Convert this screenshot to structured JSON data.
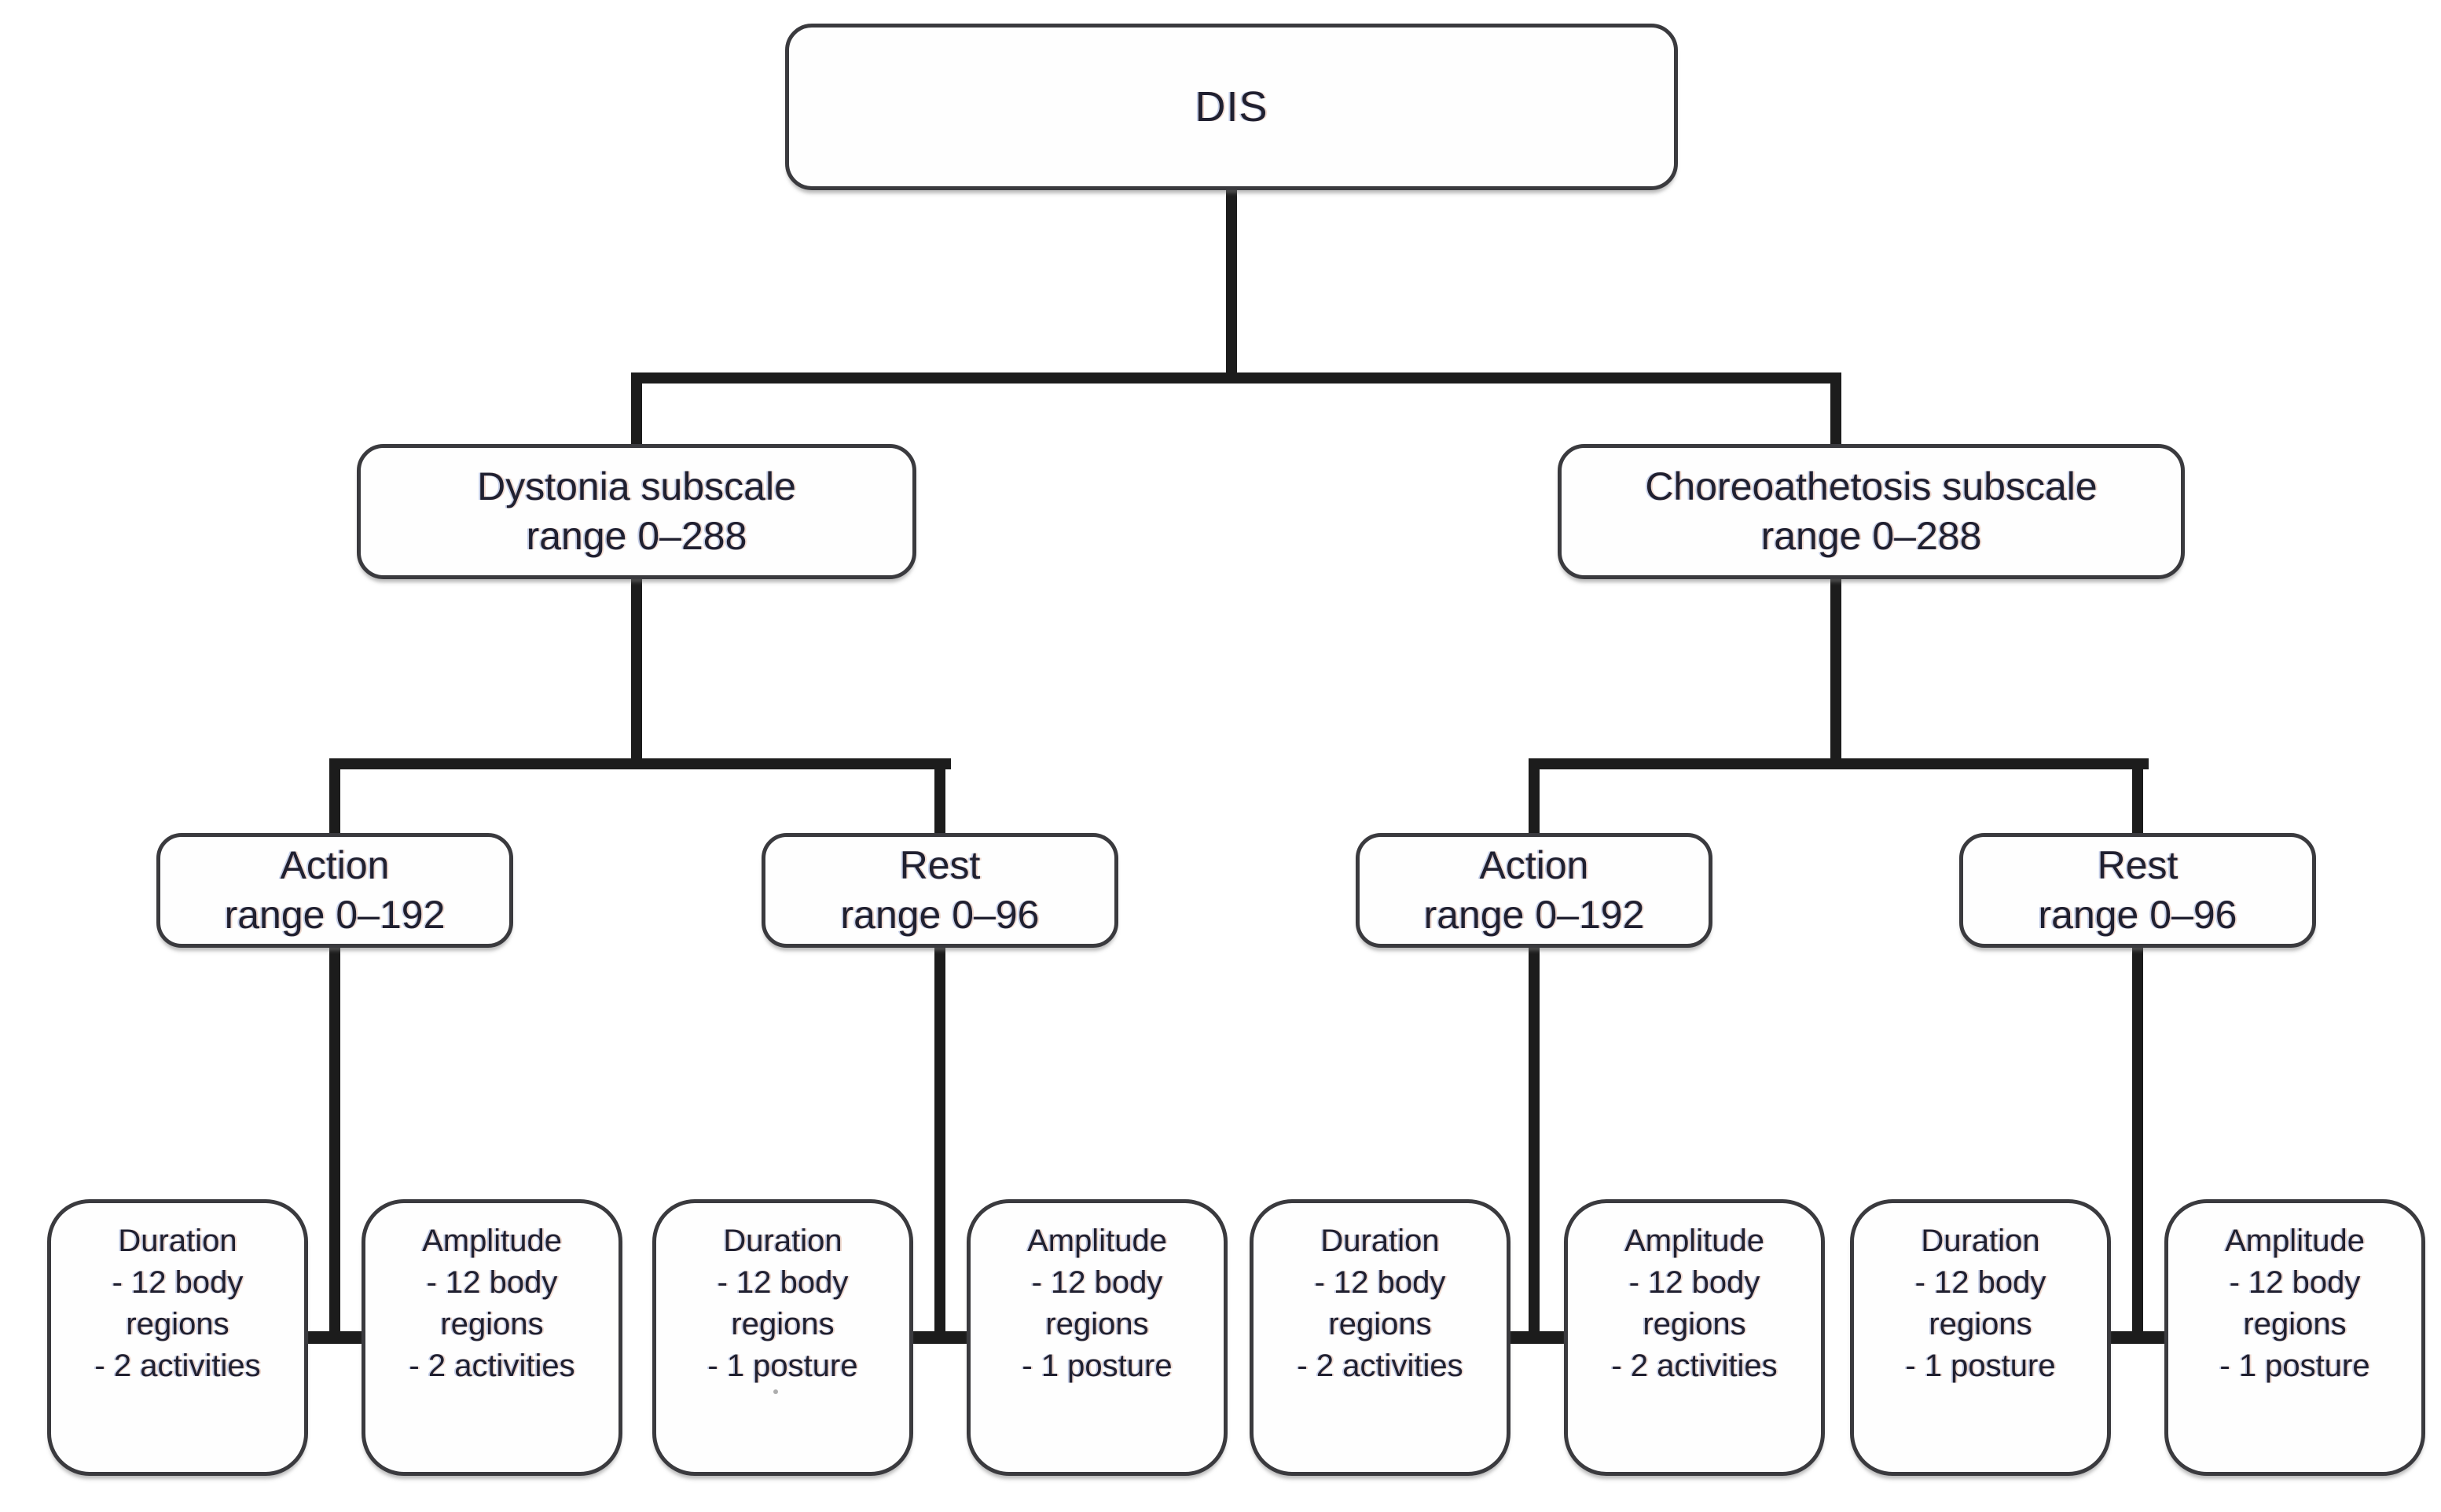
{
  "diagram": {
    "root": {
      "label": "DIS"
    },
    "subscales": [
      {
        "name": "Dystonia subscale",
        "range": "range 0–288"
      },
      {
        "name": "Choreoathetosis subscale",
        "range": "range 0–288"
      }
    ],
    "conditions": [
      {
        "name": "Action",
        "range": "range 0–192"
      },
      {
        "name": "Rest",
        "range": "range 0–96"
      },
      {
        "name": "Action",
        "range": "range 0–192"
      },
      {
        "name": "Rest",
        "range": "range 0–96"
      }
    ],
    "measures": [
      {
        "title": "Duration",
        "lines": [
          "- 12 body",
          "regions",
          "- 2 activities"
        ]
      },
      {
        "title": "Amplitude",
        "lines": [
          "- 12 body",
          "regions",
          "- 2 activities"
        ]
      },
      {
        "title": "Duration",
        "lines": [
          "- 12 body",
          "regions",
          "- 1 posture"
        ]
      },
      {
        "title": "Amplitude",
        "lines": [
          "- 12 body",
          "regions",
          "- 1 posture"
        ]
      },
      {
        "title": "Duration",
        "lines": [
          "- 12 body",
          "regions",
          "- 2 activities"
        ]
      },
      {
        "title": "Amplitude",
        "lines": [
          "- 12 body",
          "regions",
          "- 2 activities"
        ]
      },
      {
        "title": "Duration",
        "lines": [
          "- 12 body",
          "regions",
          "- 1 posture"
        ]
      },
      {
        "title": "Amplitude",
        "lines": [
          "- 12 body",
          "regions",
          "- 1 posture"
        ]
      }
    ],
    "colors": {
      "line": "#1c1c1c",
      "border": "#3a3a3e",
      "text": "#202030",
      "background": "#ffffff"
    }
  }
}
